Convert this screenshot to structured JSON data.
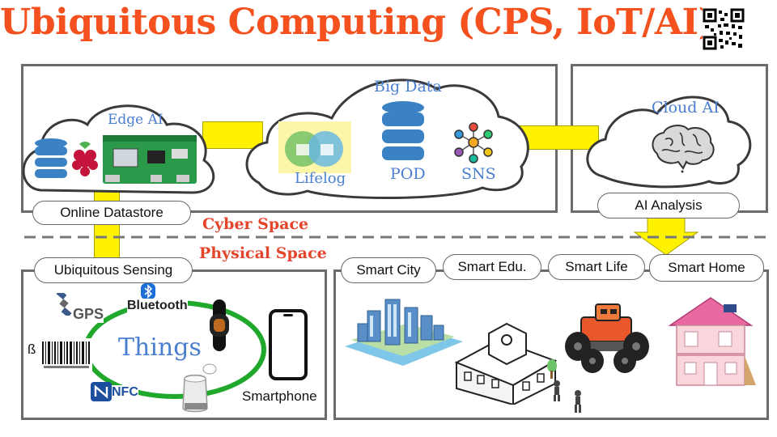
{
  "title": "Ubiquitous Computing (CPS, IoT/AI)",
  "cyber": {
    "big_data": "Big Data",
    "edge_ai": "Edge AI",
    "lifelog": "Lifelog",
    "pod": "POD",
    "sns": "SNS",
    "cloud_ai": "Cloud AI",
    "online_datastore": "Online Datastore",
    "ai_analysis": "AI Analysis"
  },
  "divider": {
    "cyber_space": "Cyber Space",
    "physical_space": "Physical Space"
  },
  "physical": {
    "ubiquitous_sensing": "Ubiquitous Sensing",
    "things": "Things",
    "gps": "GPS",
    "bluetooth": "Bluetooth",
    "nfc": "NFC",
    "barcode_mark": "ß",
    "smartphone": "Smartphone"
  },
  "smart": [
    "Smart City",
    "Smart Edu.",
    "Smart Life",
    "Smart Home"
  ],
  "icons": [
    "qr-code-icon",
    "database-icon",
    "raspberry-icon",
    "circuit-board-icon",
    "brain-icon",
    "network-icon",
    "satellite-icon",
    "smart-band-icon",
    "smartphone-icon",
    "smart-speaker-icon",
    "barcode-icon",
    "city-icon",
    "school-icon",
    "robot-car-icon",
    "dollhouse-icon"
  ],
  "colors": {
    "title": "#f4511e",
    "link_yellow": "#fff200",
    "panel_border": "#6b6b6b",
    "label_blue": "#4a7fd0",
    "space_red": "#e5452a",
    "ring_green": "#1fa82c"
  }
}
